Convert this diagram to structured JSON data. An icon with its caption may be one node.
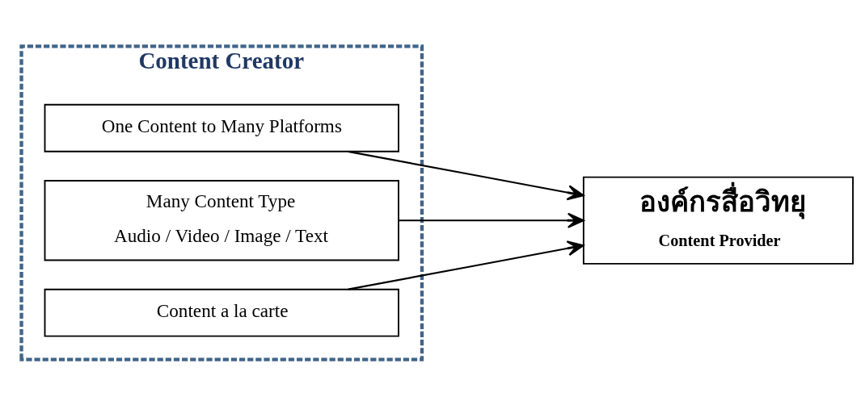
{
  "diagram": {
    "nodes": [
      {
        "text": [
          "Content Creator"
        ]
      },
      {
        "text": [
          "One Content to Many Platforms"
        ],
        "in": 0
      },
      {
        "text": [
          "Many Content Type",
          "Audio / Video / Image / Text"
        ],
        "in": 0
      },
      {
        "text": [
          "Content a la carte"
        ],
        "in": 0
      },
      {
        "text": [
          "องค์กรสื่อวิทยุ",
          "Content Provider"
        ]
      }
    ],
    "edges": [
      {
        "from": 1,
        "to": 4,
        "arrow": "to"
      },
      {
        "from": 2,
        "to": 4,
        "arrow": "to"
      },
      {
        "from": 3,
        "to": 4,
        "arrow": "to"
      }
    ]
  }
}
